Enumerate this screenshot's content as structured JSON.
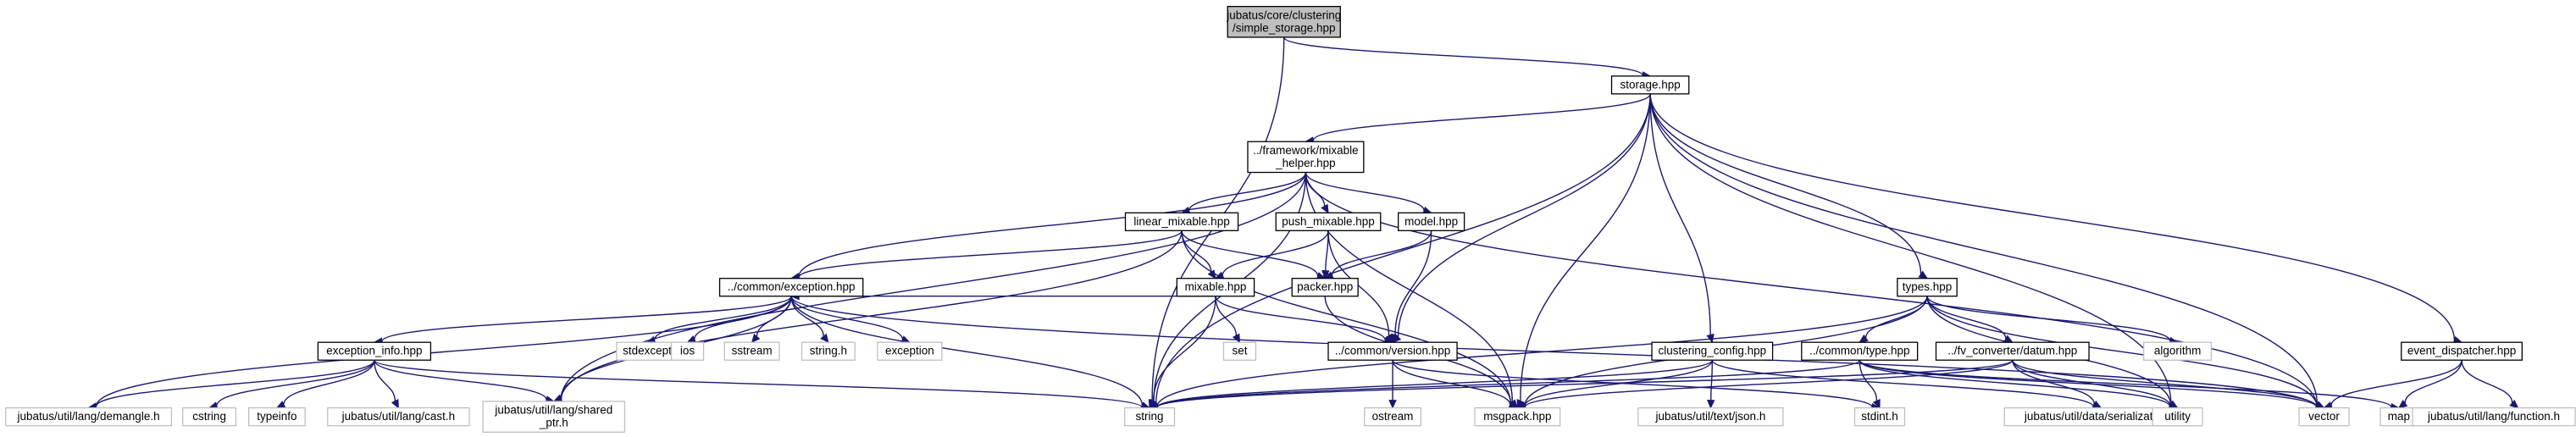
{
  "colors": {
    "edge": "#191970",
    "root_fill": "#bfbfbf",
    "root_stroke": "#000000",
    "local_stroke": "#000000",
    "system_stroke": "#bfbfbf",
    "node_fill": "#ffffff"
  },
  "nodes": [
    {
      "id": "root",
      "kind": "root",
      "lines": [
        "jubatus/core/clustering",
        "/simple_storage.hpp"
      ]
    },
    {
      "id": "storage",
      "kind": "local",
      "lines": [
        "storage.hpp"
      ]
    },
    {
      "id": "mixable_helper",
      "kind": "local",
      "lines": [
        "../framework/mixable",
        "_helper.hpp"
      ]
    },
    {
      "id": "linear_mixable",
      "kind": "local",
      "lines": [
        "linear_mixable.hpp"
      ]
    },
    {
      "id": "push_mixable",
      "kind": "local",
      "lines": [
        "push_mixable.hpp"
      ]
    },
    {
      "id": "model",
      "kind": "local",
      "lines": [
        "model.hpp"
      ]
    },
    {
      "id": "mixable",
      "kind": "local",
      "lines": [
        "mixable.hpp"
      ]
    },
    {
      "id": "packer",
      "kind": "local",
      "lines": [
        "packer.hpp"
      ]
    },
    {
      "id": "common_exception",
      "kind": "local",
      "lines": [
        "../common/exception.hpp"
      ]
    },
    {
      "id": "exception_info",
      "kind": "local",
      "lines": [
        "exception_info.hpp"
      ]
    },
    {
      "id": "common_version",
      "kind": "local",
      "lines": [
        "../common/version.hpp"
      ]
    },
    {
      "id": "types",
      "kind": "local",
      "lines": [
        "types.hpp"
      ]
    },
    {
      "id": "clustering_config",
      "kind": "local",
      "lines": [
        "clustering_config.hpp"
      ]
    },
    {
      "id": "common_type",
      "kind": "local",
      "lines": [
        "../common/type.hpp"
      ]
    },
    {
      "id": "fv_datum",
      "kind": "local",
      "lines": [
        "../fv_converter/datum.hpp"
      ]
    },
    {
      "id": "event_dispatcher",
      "kind": "local",
      "lines": [
        "event_dispatcher.hpp"
      ]
    },
    {
      "id": "demangle",
      "kind": "system",
      "lines": [
        "jubatus/util/lang/demangle.h"
      ]
    },
    {
      "id": "cstring",
      "kind": "system",
      "lines": [
        "cstring"
      ]
    },
    {
      "id": "typeinfo",
      "kind": "system",
      "lines": [
        "typeinfo"
      ]
    },
    {
      "id": "cast",
      "kind": "system",
      "lines": [
        "jubatus/util/lang/cast.h"
      ]
    },
    {
      "id": "shared_ptr",
      "kind": "system",
      "lines": [
        "jubatus/util/lang/shared",
        "_ptr.h"
      ]
    },
    {
      "id": "string",
      "kind": "system",
      "lines": [
        "string"
      ]
    },
    {
      "id": "stdexcept",
      "kind": "system",
      "lines": [
        "stdexcept"
      ]
    },
    {
      "id": "ios",
      "kind": "system",
      "lines": [
        "ios"
      ]
    },
    {
      "id": "sstream",
      "kind": "system",
      "lines": [
        "sstream"
      ]
    },
    {
      "id": "string_h",
      "kind": "system",
      "lines": [
        "string.h"
      ]
    },
    {
      "id": "exception",
      "kind": "system",
      "lines": [
        "exception"
      ]
    },
    {
      "id": "set",
      "kind": "system",
      "lines": [
        "set"
      ]
    },
    {
      "id": "ostream",
      "kind": "system",
      "lines": [
        "ostream"
      ]
    },
    {
      "id": "msgpack",
      "kind": "system",
      "lines": [
        "msgpack.hpp"
      ]
    },
    {
      "id": "json",
      "kind": "system",
      "lines": [
        "jubatus/util/text/json.h"
      ]
    },
    {
      "id": "stdint",
      "kind": "system",
      "lines": [
        "stdint.h"
      ]
    },
    {
      "id": "serialization",
      "kind": "system",
      "lines": [
        "jubatus/util/data/serialization.h"
      ]
    },
    {
      "id": "utility",
      "kind": "system",
      "lines": [
        "utility"
      ]
    },
    {
      "id": "vector",
      "kind": "system",
      "lines": [
        "vector"
      ]
    },
    {
      "id": "map",
      "kind": "system",
      "lines": [
        "map"
      ]
    },
    {
      "id": "function",
      "kind": "system",
      "lines": [
        "jubatus/util/lang/function.h"
      ]
    },
    {
      "id": "algorithm",
      "kind": "system",
      "lines": [
        "algorithm"
      ]
    }
  ],
  "edges": [
    [
      "root",
      "storage"
    ],
    [
      "root",
      "string"
    ],
    [
      "storage",
      "mixable_helper"
    ],
    [
      "storage",
      "string"
    ],
    [
      "storage",
      "msgpack"
    ],
    [
      "storage",
      "common_version"
    ],
    [
      "storage",
      "clustering_config"
    ],
    [
      "storage",
      "types"
    ],
    [
      "storage",
      "utility"
    ],
    [
      "storage",
      "vector"
    ],
    [
      "storage",
      "event_dispatcher"
    ],
    [
      "mixable_helper",
      "linear_mixable"
    ],
    [
      "mixable_helper",
      "push_mixable"
    ],
    [
      "mixable_helper",
      "model"
    ],
    [
      "mixable_helper",
      "common_exception"
    ],
    [
      "mixable_helper",
      "shared_ptr"
    ],
    [
      "mixable_helper",
      "string"
    ],
    [
      "mixable_helper",
      "msgpack"
    ],
    [
      "mixable_helper",
      "vector"
    ],
    [
      "linear_mixable",
      "mixable"
    ],
    [
      "linear_mixable",
      "packer"
    ],
    [
      "linear_mixable",
      "common_exception"
    ],
    [
      "linear_mixable",
      "shared_ptr"
    ],
    [
      "linear_mixable",
      "msgpack"
    ],
    [
      "push_mixable",
      "mixable"
    ],
    [
      "push_mixable",
      "packer"
    ],
    [
      "push_mixable",
      "common_version"
    ],
    [
      "model",
      "packer"
    ],
    [
      "model",
      "common_version"
    ],
    [
      "mixable",
      "common_version"
    ],
    [
      "mixable",
      "set"
    ],
    [
      "mixable",
      "string"
    ],
    [
      "mixable",
      "common_exception"
    ],
    [
      "packer",
      "msgpack"
    ],
    [
      "common_exception",
      "exception_info"
    ],
    [
      "common_exception",
      "demangle"
    ],
    [
      "common_exception",
      "shared_ptr"
    ],
    [
      "common_exception",
      "stdexcept"
    ],
    [
      "common_exception",
      "ios"
    ],
    [
      "common_exception",
      "sstream"
    ],
    [
      "common_exception",
      "string_h"
    ],
    [
      "common_exception",
      "exception"
    ],
    [
      "common_exception",
      "string"
    ],
    [
      "common_exception",
      "vector"
    ],
    [
      "exception_info",
      "demangle"
    ],
    [
      "exception_info",
      "cstring"
    ],
    [
      "exception_info",
      "typeinfo"
    ],
    [
      "exception_info",
      "cast"
    ],
    [
      "exception_info",
      "shared_ptr"
    ],
    [
      "exception_info",
      "string"
    ],
    [
      "common_version",
      "ostream"
    ],
    [
      "common_version",
      "msgpack"
    ],
    [
      "common_version",
      "stdint"
    ],
    [
      "types",
      "common_type"
    ],
    [
      "types",
      "fv_datum"
    ],
    [
      "types",
      "algorithm"
    ],
    [
      "types",
      "string"
    ],
    [
      "types",
      "msgpack"
    ],
    [
      "types",
      "utility"
    ],
    [
      "types",
      "vector"
    ],
    [
      "clustering_config",
      "json"
    ],
    [
      "clustering_config",
      "serialization"
    ],
    [
      "clustering_config",
      "msgpack"
    ],
    [
      "clustering_config",
      "string"
    ],
    [
      "common_type",
      "stdint"
    ],
    [
      "common_type",
      "string"
    ],
    [
      "common_type",
      "map"
    ],
    [
      "common_type",
      "vector"
    ],
    [
      "common_type",
      "utility"
    ],
    [
      "fv_datum",
      "serialization"
    ],
    [
      "fv_datum",
      "msgpack"
    ],
    [
      "fv_datum",
      "string"
    ],
    [
      "fv_datum",
      "utility"
    ],
    [
      "fv_datum",
      "vector"
    ],
    [
      "event_dispatcher",
      "vector"
    ],
    [
      "event_dispatcher",
      "map"
    ],
    [
      "event_dispatcher",
      "function"
    ]
  ]
}
